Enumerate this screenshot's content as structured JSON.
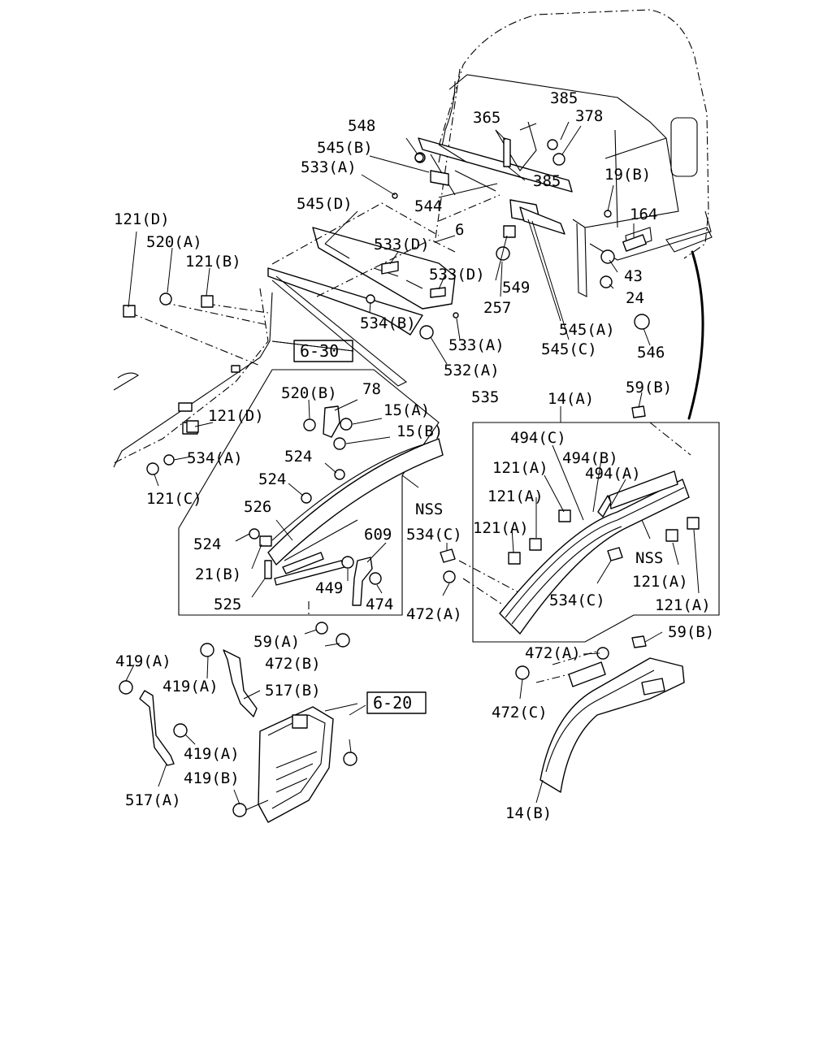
{
  "labels": {
    "l385a": "385",
    "l378": "378",
    "l365": "365",
    "l548": "548",
    "l545b": "545(B)",
    "l533a_top": "533(A)",
    "l385b": "385",
    "l19b": "19(B)",
    "l544": "544",
    "l545d": "545(D)",
    "l164": "164",
    "l6": "6",
    "l121d_top": "121(D)",
    "l520a": "520(A)",
    "l533d_1": "533(D)",
    "l121b": "121(B)",
    "l533d_2": "533(D)",
    "l43": "43",
    "l549": "549",
    "l24": "24",
    "l257": "257",
    "l534b": "534(B)",
    "l545a": "545(A)",
    "l533a_bot": "533(A)",
    "l545c": "545(C)",
    "l546": "546",
    "l532a": "532(A)",
    "l535": "535",
    "l14a": "14(A)",
    "l59b_top": "59(B)",
    "l520b": "520(B)",
    "l78": "78",
    "l15a": "15(A)",
    "l121d_mid": "121(D)",
    "l15b": "15(B)",
    "l494c": "494(C)",
    "l494b": "494(B)",
    "l534a": "534(A)",
    "l524_1": "524",
    "l121a_1": "121(A)",
    "l494a": "494(A)",
    "l121c": "121(C)",
    "l524_2": "524",
    "l121a_2": "121(A)",
    "l526": "526",
    "l nss_1": "NSS",
    "l609": "609",
    "l534c_1": "534(C)",
    "l121a_3": "121(A)",
    "l524_3": "524",
    "l nss_2": "NSS",
    "l21b": "21(B)",
    "l121a_4": "121(A)",
    "l449": "449",
    "l474": "474",
    "l525": "525",
    "l534c_2": "534(C)",
    "l472a_1": "472(A)",
    "l121a_5": "121(A)",
    "l59a": "59(A)",
    "l59b_bot": "59(B)",
    "l419a_1": "419(A)",
    "l472b": "472(B)",
    "l472a_2": "472(A)",
    "l419a_2": "419(A)",
    "l517b": "517(B)",
    "l472c": "472(C)",
    "l419a_3": "419(A)",
    "l419b": "419(B)",
    "l517a": "517(A)",
    "l14b": "14(B)"
  },
  "refs": {
    "ref_6_30": "6-30",
    "ref_6_20": "6-20"
  }
}
